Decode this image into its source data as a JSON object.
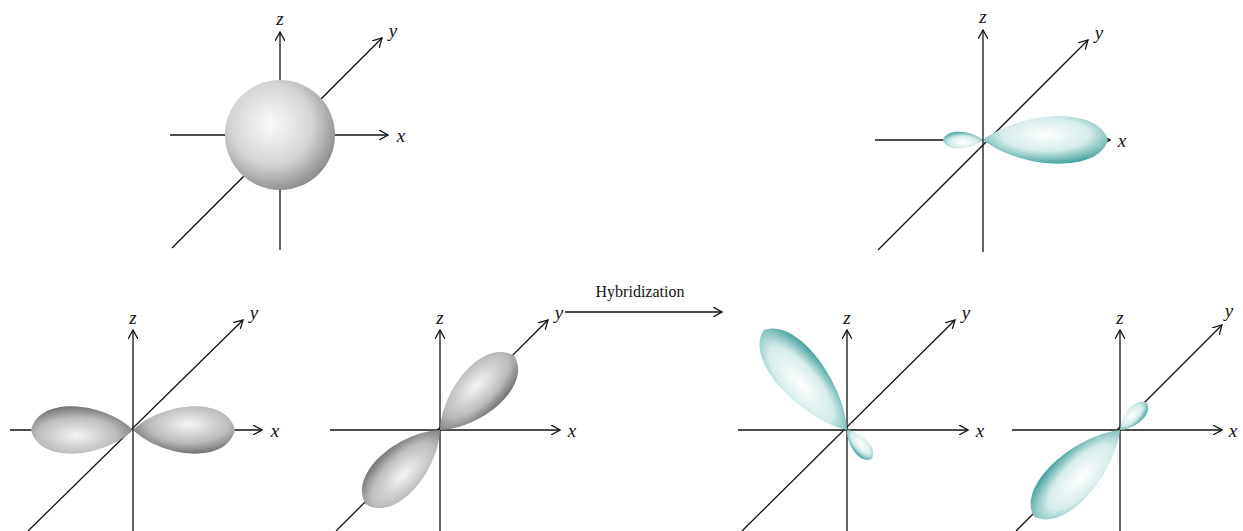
{
  "diagram": {
    "labels": [
      "z",
      "y",
      "x",
      "z",
      "y",
      "x",
      "Hybridization",
      "z",
      "y",
      "x",
      "z",
      "y",
      "x",
      "z",
      "y",
      "x",
      "z",
      "y",
      "x"
    ]
  }
}
